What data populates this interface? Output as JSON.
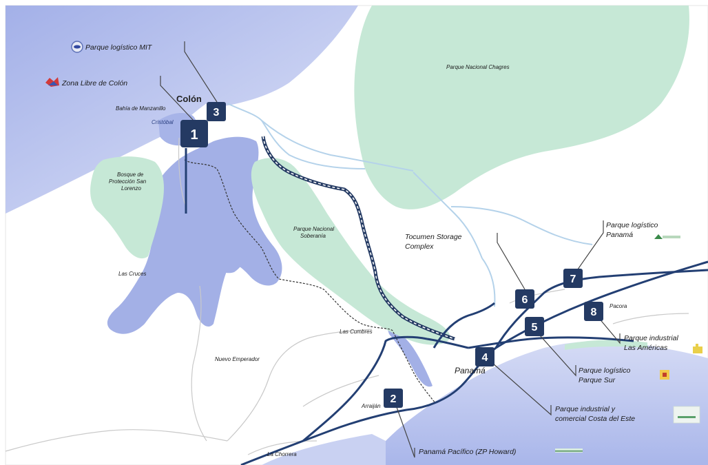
{
  "colors": {
    "water": "#a9b6ea",
    "water_light": "#d5dbf5",
    "park": "#c6e8d6",
    "land": "#ffffff",
    "road": "#233f73",
    "river": "#b4d2ea",
    "marker": "#243a63"
  },
  "icons": {
    "mit": "mit-logo-icon",
    "zona_libre": "zona-libre-logo-icon",
    "logistico_panama": "parque-logistico-panama-logo-icon",
    "americas": "parque-industrial-americas-logo-icon",
    "sur": "parque-sur-logo-icon",
    "costa_este": "costa-del-este-logo-icon",
    "panama_pacifico": "panama-pacifico-logo-icon"
  },
  "places": {
    "colon": "Colón",
    "bahia": "Bahía de Manzanillo",
    "cristobal": "Cristóbal",
    "bosque_1": "Bosque de",
    "bosque_2": "Protección San",
    "bosque_3": "Lorenzo",
    "chagres": "Parque Nacional Chagres",
    "soberania_1": "Parque Nacional",
    "soberania_2": "Soberanía",
    "las_cruces": "Las Cruces",
    "las_cumbres": "Las Cumbres",
    "nuevo_emperador": "Nuevo Emperador",
    "arraijan": "Arraiján",
    "la_chorrera": "La Chorrera",
    "pacora": "Pacora",
    "panama": "Panamá"
  },
  "callouts": {
    "mit": "Parque logístico MIT",
    "zona_libre": "Zona Libre de Colón",
    "tocumen_1": "Tocumen Storage",
    "tocumen_2": "Complex",
    "logistico_panama_1": "Parque logístico",
    "logistico_panama_2": "Panamá",
    "americas_1": "Parque industrial",
    "americas_2": "Las Américas",
    "sur_1": "Parque logístico",
    "sur_2": "Parque Sur",
    "costa_este_1": "Parque industrial y",
    "costa_este_2": "comercial Costa del Este",
    "panama_pacifico": "Panamá Pacífico (ZP Howard)"
  },
  "markers": {
    "m1": "1",
    "m2": "2",
    "m3": "3",
    "m4": "4",
    "m5": "5",
    "m6": "6",
    "m7": "7",
    "m8": "8"
  }
}
